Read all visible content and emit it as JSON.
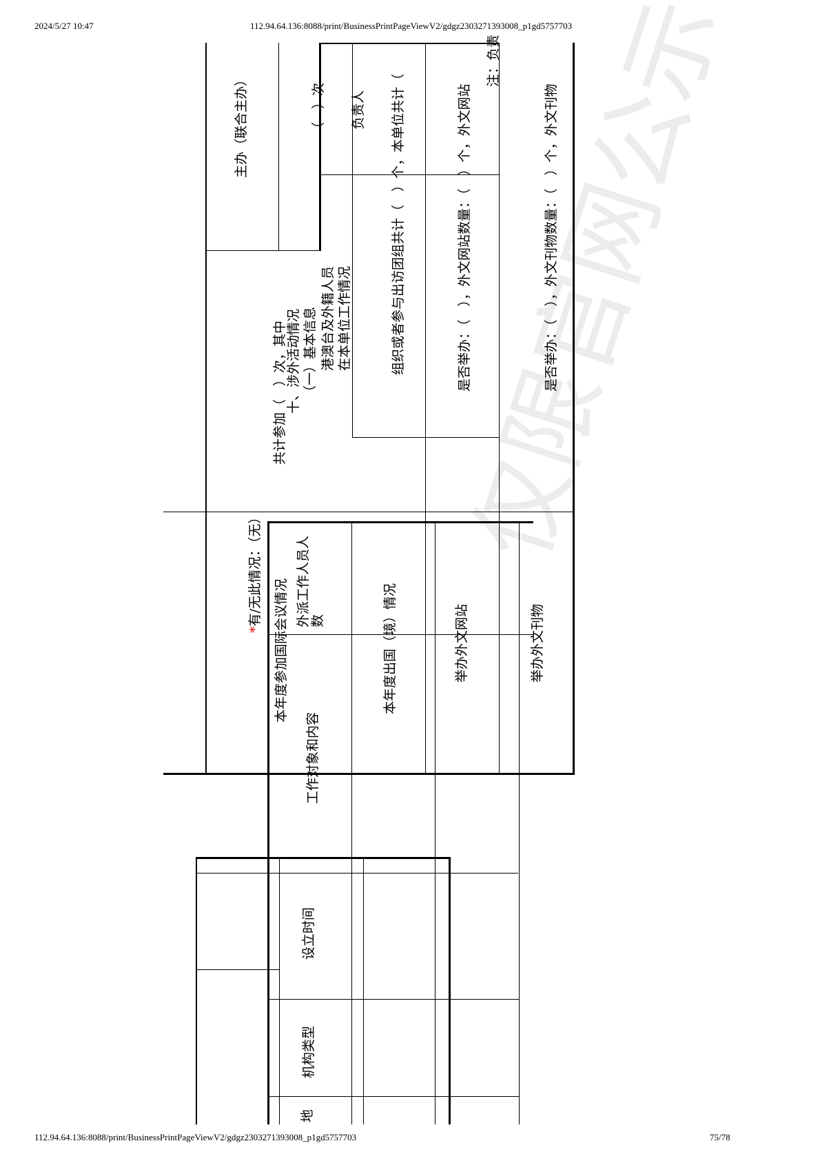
{
  "header": {
    "datetime": "2024/5/27 10:47",
    "url": "112.94.64.136:8088/print/BusinessPrintPageViewV2/gdgz2303271393008_p1gd5757703"
  },
  "footer": {
    "url": "112.94.64.136:8088/print/BusinessPrintPageViewV2/gdgz2303271393008_p1gd5757703",
    "page": "75/78"
  },
  "watermark": "仅限官网公示",
  "upper": {
    "host_label": "主办（联合主办）",
    "times": "（　）次",
    "total_text": "共计参加（　）次，其中",
    "section_title": "十、涉外活动情况",
    "sub_title": "（一）基本信息",
    "hk_line1": "港澳台及外籍人员",
    "hk_line2": "在本单位工作情况",
    "person_in_charge": "负责人",
    "org_delegation": "组织或者参与出访团组共计（　）个，本单位共计（",
    "website_q": "是否举办：（　），外文网站数量：（　）个，外文网站",
    "website_note": "注：负责",
    "journal_q": "是否举办：（　），外文刊物数量：（　）个，外文刊物"
  },
  "middle": {
    "required_star": "*",
    "has_none": "有/无此情况：（无）",
    "intl_conf": "本年度参加国际会议情况",
    "expat_staff": "外派工作人员人数",
    "work_object": "工作对象和内容",
    "abroad": "本年度出国（境）情况",
    "foreign_site": "举办外文网站",
    "foreign_journal": "举办外文刊物"
  },
  "lower": {
    "setup_time": "设立时间",
    "org_type": "机构类型",
    "address": "地"
  }
}
